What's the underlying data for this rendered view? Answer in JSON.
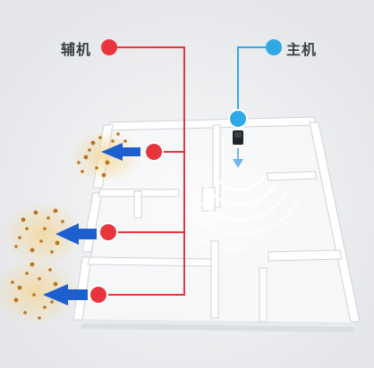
{
  "legend": {
    "aux_label": "辅机",
    "main_label": "主机"
  },
  "colors": {
    "aux": "#e8353c",
    "main": "#2fa8e6",
    "arrow": "#1e5fd0",
    "particle": "#b8751a",
    "background": "#eceef0"
  },
  "icons": {
    "aux_marker": "red-dot",
    "main_marker": "blue-dot",
    "airflow": "arrow-left-icon",
    "main_airflow": "arrow-down-icon"
  }
}
